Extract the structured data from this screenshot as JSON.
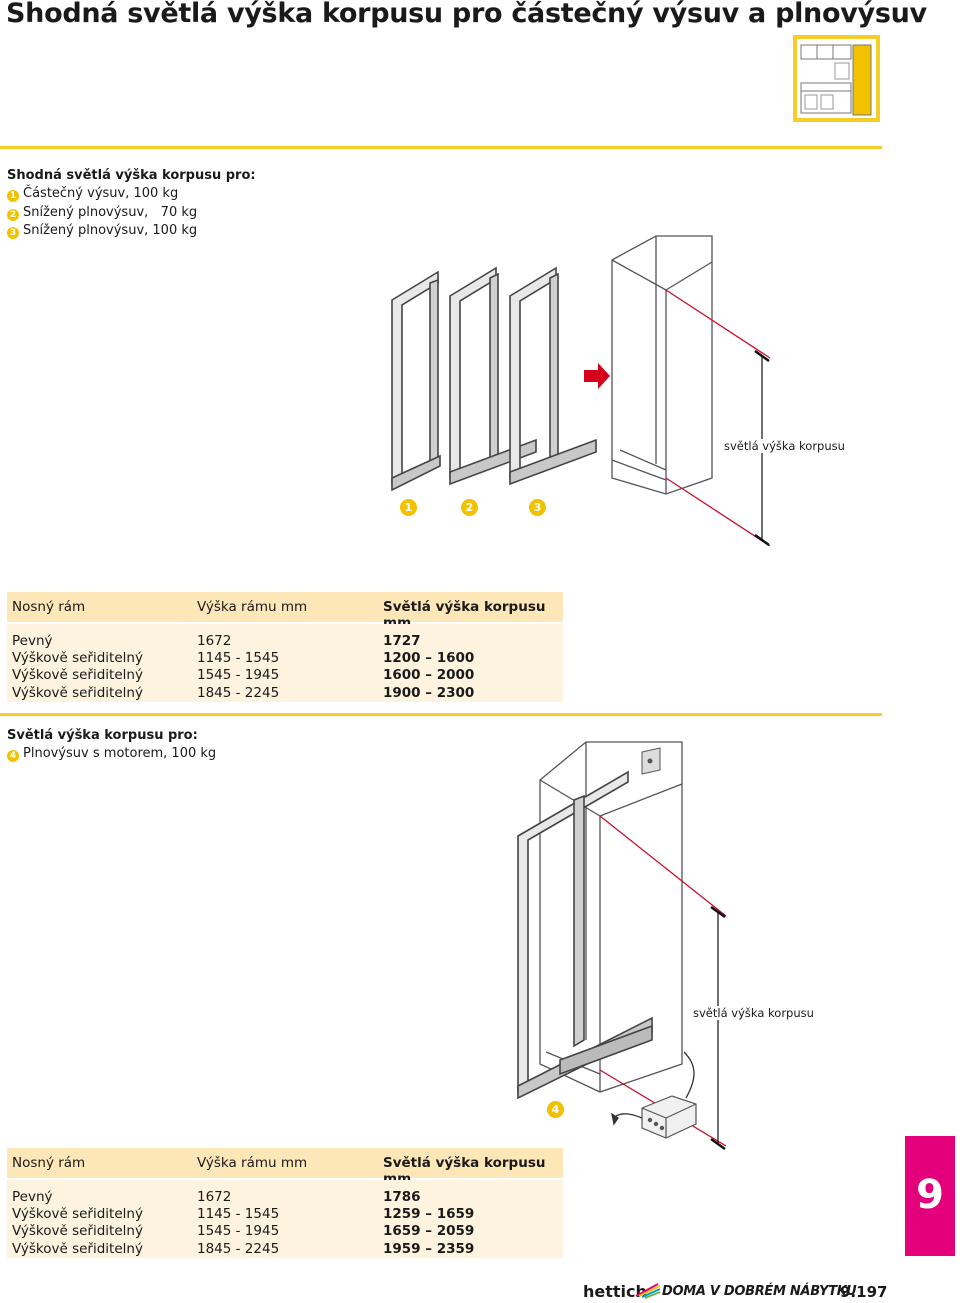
{
  "page": {
    "title": "Shodná světlá výška korpusu pro částečný výsuv a plnovýsuv",
    "thumbnail_icon": "kitchen-interior-icon"
  },
  "section1": {
    "heading": "Shodná světlá výška korpusu pro:",
    "items": [
      {
        "num": "1",
        "text": "Částečný výsuv, 100 kg"
      },
      {
        "num": "2",
        "text": "Snížený plnovýsuv,   70 kg"
      },
      {
        "num": "3",
        "text": "Snížený plnovýsuv, 100 kg"
      }
    ],
    "diagram_label": "světlá výška korpusu",
    "diagram_numbers": [
      "1",
      "2",
      "3"
    ],
    "arrow_color": "#d6001c"
  },
  "table1": {
    "headers": [
      "Nosný rám",
      "Výška rámu mm",
      "Světlá výška korpusu mm"
    ],
    "col1": [
      "Pevný",
      "Výškově seřiditelný",
      "Výškově seřiditelný",
      "Výškově seřiditelný"
    ],
    "col2": [
      "1672",
      "1145 - 1545",
      "1545 - 1945",
      "1845 - 2245"
    ],
    "col3": [
      "1727",
      "1200 – 1600",
      "1600 – 2000",
      "1900 – 2300"
    ]
  },
  "section2": {
    "heading": "Světlá výška korpusu pro:",
    "item": {
      "num": "4",
      "text": "Plnovýsuv s motorem, 100 kg"
    },
    "diagram_label": "světlá výška korpusu",
    "diagram_number": "4"
  },
  "table2": {
    "headers": [
      "Nosný rám",
      "Výška rámu mm",
      "Světlá výška korpusu mm"
    ],
    "col1": [
      "Pevný",
      "Výškově seřiditelný",
      "Výškově seřiditelný",
      "Výškově seřiditelný"
    ],
    "col2": [
      "1672",
      "1145 - 1545",
      "1545 - 1945",
      "1845 - 2245"
    ],
    "col3": [
      "1786",
      "1259 – 1659",
      "1659 – 2059",
      "1959 – 2359"
    ]
  },
  "sidebar": {
    "chapter": "9",
    "color": "#e3007a"
  },
  "footer": {
    "brand": "hettich",
    "slogan": "DOMA V DOBRÉM NÁBYTKU",
    "page_number": "9.197"
  },
  "colors": {
    "accent": "#f5cc28",
    "table_header": "#fde6b8",
    "table_body": "#fdf3de",
    "dimension_line": "#c8102e"
  }
}
